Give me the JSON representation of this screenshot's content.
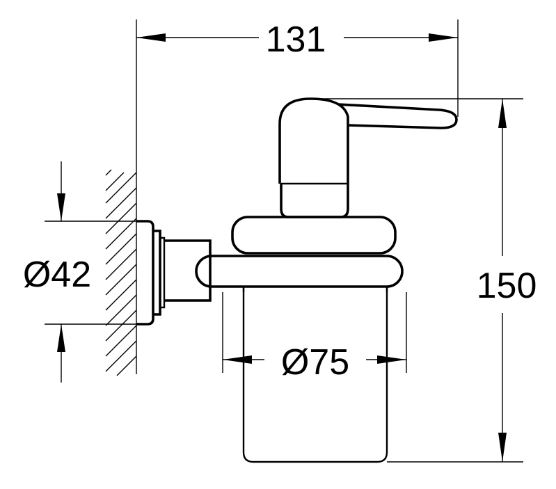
{
  "dimensions": {
    "width": "131",
    "height": "150",
    "wall_plate_diameter": "Ø42",
    "container_diameter": "Ø75"
  },
  "colors": {
    "line": "#000000",
    "background": "#ffffff"
  }
}
